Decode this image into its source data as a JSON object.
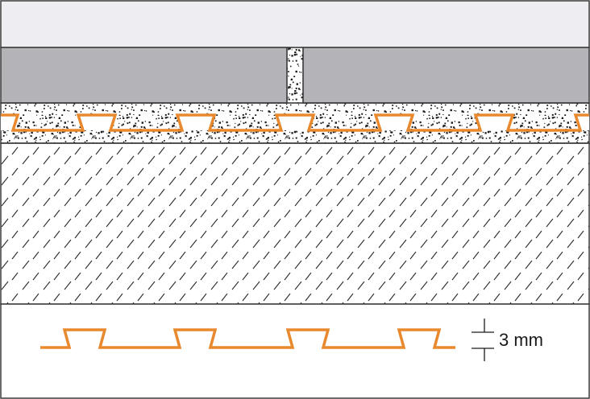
{
  "diagram": {
    "colors": {
      "background": "#ffffff",
      "top_zone": "#eeeef2",
      "tile": "#b4b4b8",
      "membrane": "#e8892e",
      "membrane_fill": "#ffffff",
      "speckle": "#1a1a1a",
      "hatch": "#2a2a2a",
      "outline": "#3a3a3a",
      "dimension": "#1a1a1a"
    },
    "layers": [
      "top-zone",
      "tile",
      "grout-joint",
      "mortar-bed",
      "uncoupling-membrane",
      "substrate",
      "detail-membrane"
    ],
    "detail": {
      "dimension_label": "3 mm"
    }
  }
}
